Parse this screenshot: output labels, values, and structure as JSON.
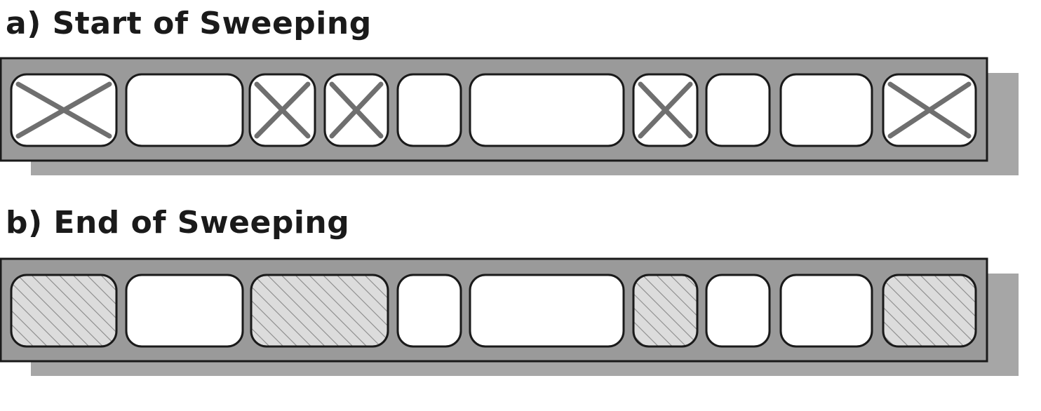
{
  "panel_a": {
    "title": "a) Start of Sweeping",
    "blocks": [
      {
        "state": "garbage"
      },
      {
        "state": "live"
      },
      {
        "state": "garbage"
      },
      {
        "state": "garbage"
      },
      {
        "state": "live"
      },
      {
        "state": "live"
      },
      {
        "state": "garbage"
      },
      {
        "state": "live"
      },
      {
        "state": "live"
      },
      {
        "state": "garbage"
      }
    ]
  },
  "panel_b": {
    "title": "b) End of Sweeping",
    "blocks": [
      {
        "state": "free"
      },
      {
        "state": "live"
      },
      {
        "state": "free"
      },
      {
        "state": "live"
      },
      {
        "state": "live"
      },
      {
        "state": "free"
      },
      {
        "state": "live"
      },
      {
        "state": "live"
      },
      {
        "state": "free"
      }
    ]
  },
  "colors": {
    "heap_fill": "#9a9a9a",
    "shadow": "#a6a6a6",
    "outline": "#1a1a1a",
    "block_fill": "#ffffff",
    "cross": "#6f6f6f",
    "hatch_bg": "#dcdcdc",
    "hatch_line": "#8a8a8a"
  }
}
